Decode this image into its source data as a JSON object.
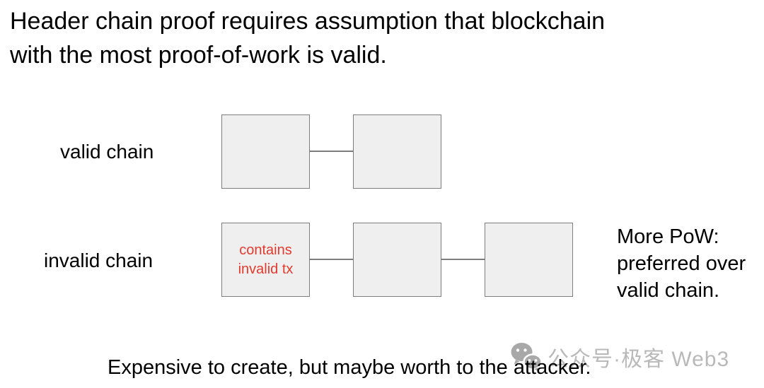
{
  "title": {
    "line1": "Header chain proof requires assumption that blockchain",
    "line2": "with the most proof-of-work is valid."
  },
  "diagram": {
    "valid_chain": {
      "label": "valid chain",
      "block_count": 2
    },
    "invalid_chain": {
      "label": "invalid chain",
      "block_count": 3,
      "first_block_note": "contains\ninvalid tx"
    }
  },
  "annotation": {
    "line1": "More PoW:",
    "line2": "preferred over",
    "line3": "valid chain."
  },
  "footer": {
    "text": "Expensive to create, but maybe worth to the attacker."
  },
  "watermark": {
    "icon": "wechat-icon",
    "text": "公众号·极客 Web3"
  },
  "colors": {
    "background": "#ffffff",
    "text": "#000000",
    "block_fill": "#efefef",
    "block_border": "#7d7d7d",
    "invalid_note": "#e23b2e",
    "watermark": "#b9b9b9"
  }
}
